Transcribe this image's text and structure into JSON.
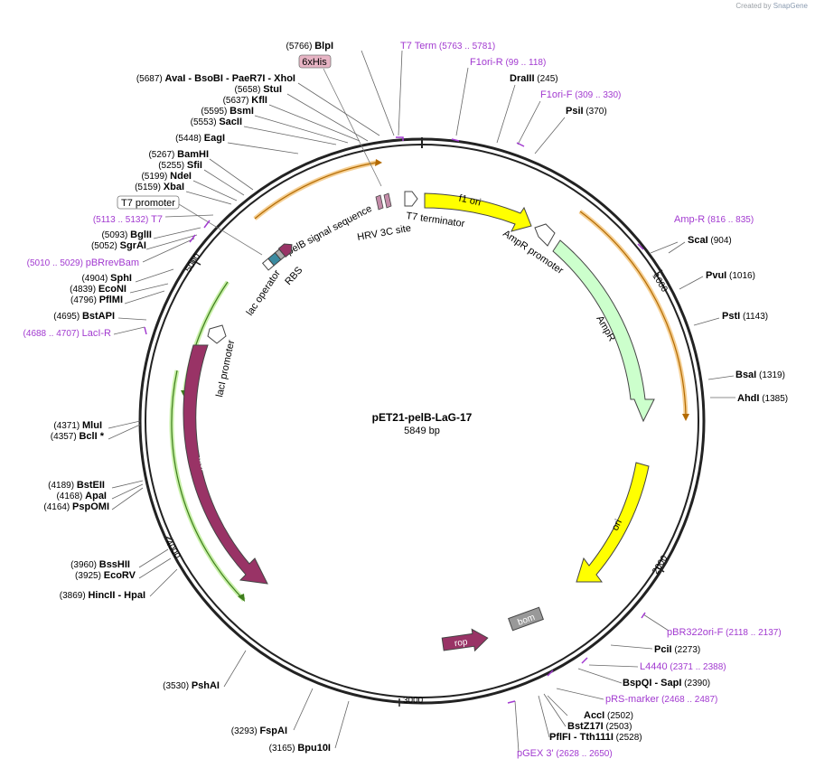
{
  "credit": {
    "prefix": "Created by",
    "brand": "SnapGene"
  },
  "plasmid": {
    "name": "pET21-pelB-LaG-17",
    "length_label": "5849 bp",
    "length": 5849
  },
  "ticks": [
    "1000",
    "2000",
    "3000",
    "4000",
    "5000"
  ],
  "sites": [
    {
      "pos": "(5766)",
      "name": "BlpI",
      "color": "#000"
    },
    {
      "pos": "(245)",
      "name": "DraIII",
      "color": "#000"
    },
    {
      "pos": "(370)",
      "name": "PsiI",
      "color": "#000"
    },
    {
      "pos": "(5687)",
      "name": "AvaI  -  BsoBI  -  PaeR7I  -  XhoI",
      "color": "#000"
    },
    {
      "pos": "(5658)",
      "name": "StuI",
      "color": "#000"
    },
    {
      "pos": "(5637)",
      "name": "KflI",
      "color": "#000"
    },
    {
      "pos": "(5595)",
      "name": "BsmI",
      "color": "#000"
    },
    {
      "pos": "(5553)",
      "name": "SacII",
      "color": "#000"
    },
    {
      "pos": "(5448)",
      "name": "EagI",
      "color": "#000"
    },
    {
      "pos": "(5267)",
      "name": "BamHI",
      "color": "#000"
    },
    {
      "pos": "(5255)",
      "name": "SfiI",
      "color": "#000"
    },
    {
      "pos": "(5199)",
      "name": "NdeI",
      "color": "#000"
    },
    {
      "pos": "(5159)",
      "name": "XbaI",
      "color": "#000"
    },
    {
      "pos": "(5093)",
      "name": "BglII",
      "color": "#000"
    },
    {
      "pos": "(5052)",
      "name": "SgrAI",
      "color": "#000"
    },
    {
      "pos": "(4904)",
      "name": "SphI",
      "color": "#000"
    },
    {
      "pos": "(4839)",
      "name": "EcoNI",
      "color": "#000"
    },
    {
      "pos": "(4796)",
      "name": "PflMI",
      "color": "#000"
    },
    {
      "pos": "(4695)",
      "name": "BstAPI",
      "color": "#000"
    },
    {
      "pos": "(4371)",
      "name": "MluI",
      "color": "#000"
    },
    {
      "pos": "(4357)",
      "name": "BclI *",
      "color": "#000"
    },
    {
      "pos": "(4189)",
      "name": "BstEII",
      "color": "#000"
    },
    {
      "pos": "(4168)",
      "name": "ApaI",
      "color": "#000"
    },
    {
      "pos": "(4164)",
      "name": "PspOMI",
      "color": "#000"
    },
    {
      "pos": "(3960)",
      "name": "BssHII",
      "color": "#000"
    },
    {
      "pos": "(3925)",
      "name": "EcoRV",
      "color": "#000"
    },
    {
      "pos": "(3869)",
      "name": "HincII  -  HpaI",
      "color": "#000"
    },
    {
      "pos": "(3530)",
      "name": "PshAI",
      "color": "#000"
    },
    {
      "pos": "(3293)",
      "name": "FspAI",
      "color": "#000"
    },
    {
      "pos": "(3165)",
      "name": "Bpu10I",
      "color": "#000"
    },
    {
      "pos": "(904)",
      "name": "ScaI",
      "color": "#000"
    },
    {
      "pos": "(1016)",
      "name": "PvuI",
      "color": "#000"
    },
    {
      "pos": "(1143)",
      "name": "PstI",
      "color": "#000"
    },
    {
      "pos": "(1319)",
      "name": "BsaI",
      "color": "#000"
    },
    {
      "pos": "(1385)",
      "name": "AhdI",
      "color": "#000"
    },
    {
      "pos": "(2273)",
      "name": "PciI",
      "color": "#000"
    },
    {
      "pos": "(2390)",
      "name": "BspQI  -  SapI",
      "color": "#000"
    },
    {
      "pos": "(2502)",
      "name": "AccI",
      "color": "#000"
    },
    {
      "pos": "(2503)",
      "name": "BstZ17I",
      "color": "#000"
    },
    {
      "pos": "(2528)",
      "name": "PflFI  -  Tth111I",
      "color": "#000"
    }
  ],
  "primers": [
    {
      "name": "T7 Term",
      "pos": "(5763 .. 5781)"
    },
    {
      "name": "F1ori-R",
      "pos": "(99 .. 118)"
    },
    {
      "name": "F1ori-F",
      "pos": "(309 .. 330)"
    },
    {
      "name": "T7",
      "pos": "(5113 .. 5132)"
    },
    {
      "name": "pBRrevBam",
      "pos": "(5010 .. 5029)"
    },
    {
      "name": "LacI-R",
      "pos": "(4688 .. 4707)"
    },
    {
      "name": "Amp-R",
      "pos": "(816 .. 835)"
    },
    {
      "name": "pBR322ori-F",
      "pos": "(2118 .. 2137)"
    },
    {
      "name": "L4440",
      "pos": "(2371 .. 2388)"
    },
    {
      "name": "pRS-marker",
      "pos": "(2468 .. 2487)"
    },
    {
      "name": "pGEX 3'",
      "pos": "(2628 .. 2650)"
    }
  ],
  "features": {
    "his_tag": "6xHis",
    "t7_promoter": "T7 promoter",
    "f1_ori": "f1 ori",
    "t7_terminator": "T7 terminator",
    "hrv": "HRV 3C site",
    "pelb": "pelB signal sequence",
    "rbs": "RBS",
    "lac_operator": "lac operator",
    "ampr_promoter": "AmpR promoter",
    "ampr": "AmpR",
    "laci_promoter": "lacI promoter",
    "laci": "lacI",
    "ori": "ori",
    "rop": "rop",
    "bom": "bom"
  },
  "colors": {
    "backbone": "#222222",
    "primer": "#a23ad0",
    "f1ori": "#ffff00",
    "ampr": "#ccffcc",
    "laci": "#993366",
    "rop": "#993366",
    "bom": "#999999",
    "orange_primer": "#e8a040",
    "green_primer": "#88dd55"
  }
}
